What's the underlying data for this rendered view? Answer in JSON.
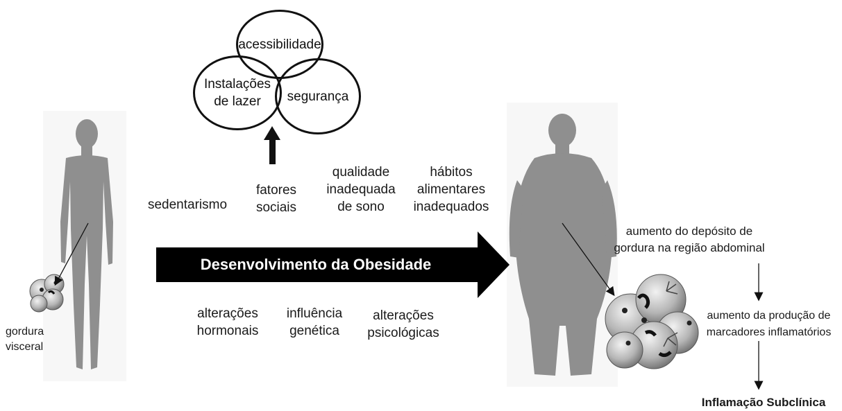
{
  "circles": {
    "acessibilidade": "acessibilidade",
    "instalacoes": "Instalações\nde lazer",
    "seguranca": "segurança"
  },
  "factors": {
    "sedentarismo": "sedentarismo",
    "fatores_sociais": "fatores\nsociais",
    "qualidade_sono": "qualidade\ninadequada\nde sono",
    "habitos": "hábitos\nalimentares\ninadequados",
    "alteracoes_hormonais": "alterações\nhormonais",
    "influencia_genetica": "influência\ngenética",
    "alteracoes_psicologicas": "alterações\npsicológicas"
  },
  "main_arrow": "Desenvolvimento da Obesidade",
  "left_label": "gordura\nvisceral",
  "right": {
    "deposito": "aumento do depósito de\ngordura na região abdominal",
    "producao": "aumento da produção de\nmarcadores inflamatórios",
    "inflamacao": "Inflamação Subclínica"
  }
}
